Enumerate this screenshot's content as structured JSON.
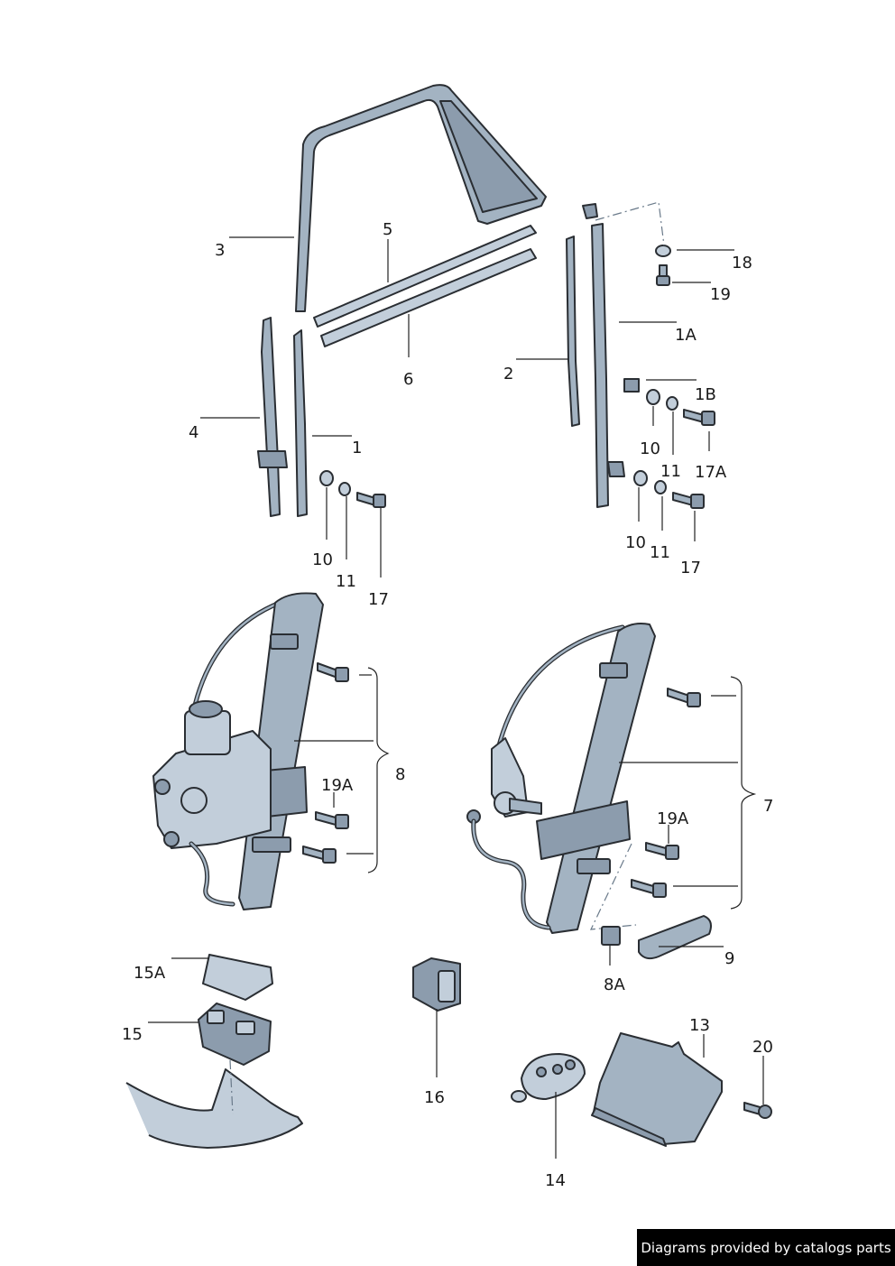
{
  "diagram": {
    "labels": {
      "l3": "3",
      "l5": "5",
      "l6": "6",
      "l4": "4",
      "l1": "1",
      "l10a": "10",
      "l11a": "11",
      "l17a": "17",
      "l2": "2",
      "l1A": "1A",
      "l1B": "1B",
      "l18": "18",
      "l19": "19",
      "l10b": "10",
      "l11b": "11",
      "l17A": "17A",
      "l10c": "10",
      "l11c": "11",
      "l17b": "17",
      "l8": "8",
      "l19Aa": "19A",
      "l7": "7",
      "l19Ab": "19A",
      "l9": "9",
      "l8A": "8A",
      "l15A": "15A",
      "l15": "15",
      "l16": "16",
      "l13": "13",
      "l20": "20",
      "l14": "14"
    }
  },
  "footer": {
    "credit": "Diagrams provided by catalogs parts"
  }
}
